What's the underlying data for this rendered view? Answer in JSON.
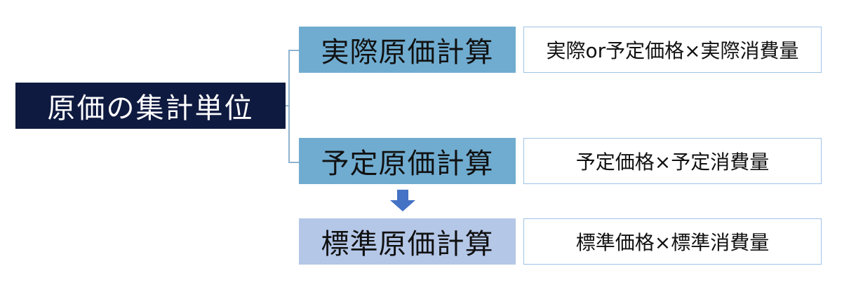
{
  "root": {
    "label": "原価の集計単位"
  },
  "methods": [
    {
      "label": "実際原価計算",
      "formula": "実際or予定価格×実際消費量"
    },
    {
      "label": "予定原価計算",
      "formula": "予定価格×予定消費量"
    },
    {
      "label": "標準原価計算",
      "formula": "標準価格×標準消費量"
    }
  ],
  "colors": {
    "root_fill": "#0f1a40",
    "method_fill": "#70acd0",
    "standard_fill": "#b4c7e7",
    "connector": "#8fb3d1",
    "arrow": "#4472c4",
    "formula_border": "#9dc3e6"
  }
}
